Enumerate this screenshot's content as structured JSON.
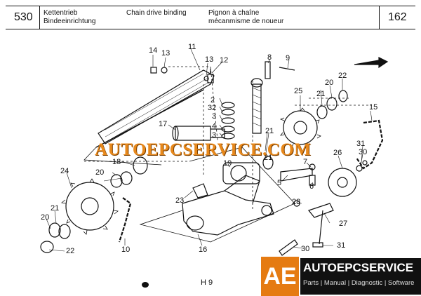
{
  "header": {
    "group_number": "530",
    "german_line1": "Kettentrieb",
    "german_line2": "Bindeeinrichtung",
    "english_title": "Chain drive binding",
    "french_line1": "Pignon à chaîne",
    "french_line2": "mécanmisme de noueur",
    "page_number": "162"
  },
  "callouts": [
    "14",
    "13",
    "11",
    "13",
    "12",
    "8",
    "9",
    "22",
    "20",
    "21",
    "25",
    "2",
    "32",
    "3",
    "4",
    "3",
    "21",
    "15",
    "17",
    "31",
    "30",
    "18",
    "26",
    "19",
    "7",
    "21",
    "20",
    "24",
    "6",
    "5",
    "23",
    "28",
    "21",
    "20",
    "27",
    "10",
    "22",
    "16",
    "31",
    "30"
  ],
  "watermark_text": "AUTOEPCSERVICE.COM",
  "footer": {
    "figure_code": "H 9"
  },
  "logo": {
    "mark": "AE",
    "name": "AUTOEPCSERVICE",
    "tagline": "Parts | Manual | Diagnostic | Software",
    "accent_color": "#e57b12"
  }
}
